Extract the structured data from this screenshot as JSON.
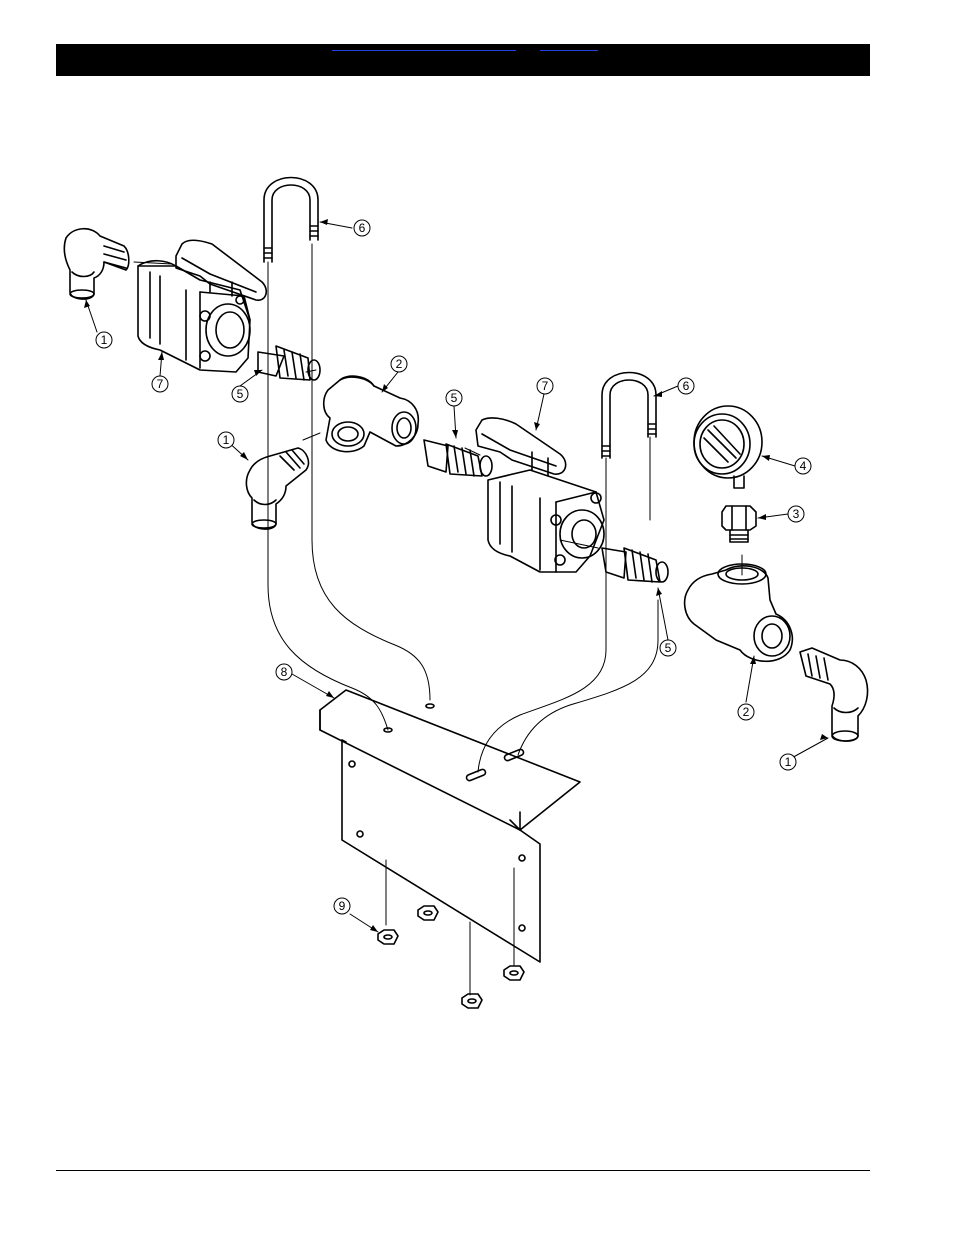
{
  "header": {
    "links": [
      "",
      ""
    ]
  },
  "diagram": {
    "callouts": [
      {
        "id": "c1a",
        "label": "1"
      },
      {
        "id": "c1b",
        "label": "1"
      },
      {
        "id": "c1c",
        "label": "1"
      },
      {
        "id": "c2a",
        "label": "2"
      },
      {
        "id": "c2b",
        "label": "2"
      },
      {
        "id": "c3",
        "label": "3"
      },
      {
        "id": "c4",
        "label": "4"
      },
      {
        "id": "c5a",
        "label": "5"
      },
      {
        "id": "c5b",
        "label": "5"
      },
      {
        "id": "c5c",
        "label": "5"
      },
      {
        "id": "c6a",
        "label": "6"
      },
      {
        "id": "c6b",
        "label": "6"
      },
      {
        "id": "c7a",
        "label": "7"
      },
      {
        "id": "c7b",
        "label": "7"
      },
      {
        "id": "c8",
        "label": "8"
      },
      {
        "id": "c9",
        "label": "9"
      }
    ]
  }
}
